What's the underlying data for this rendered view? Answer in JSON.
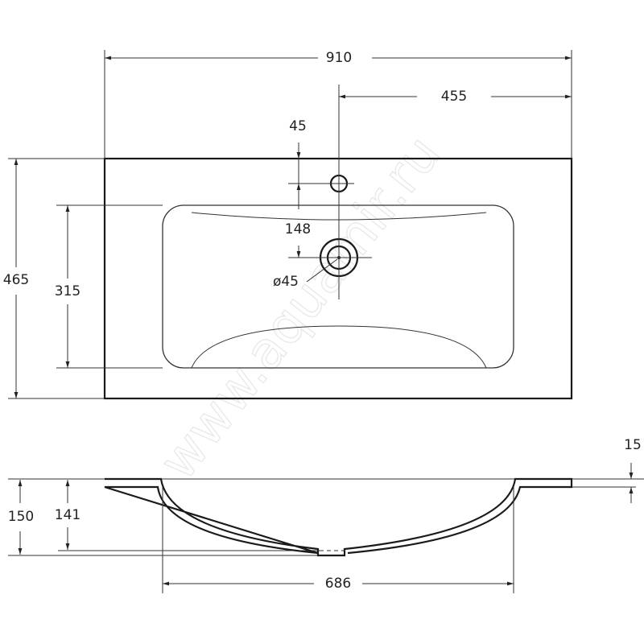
{
  "watermark": "www.aquamir.ru",
  "top_view": {
    "width_label": "910",
    "half_width_label": "455",
    "tap_hole_offset_label": "45",
    "drain_offset_label": "148",
    "drain_diameter_label": "ø45",
    "depth_label": "465",
    "basin_depth_label": "315"
  },
  "side_view": {
    "rim_thickness_label": "15",
    "total_height_label": "150",
    "bowl_height_label": "141",
    "bowl_width_label": "686"
  }
}
